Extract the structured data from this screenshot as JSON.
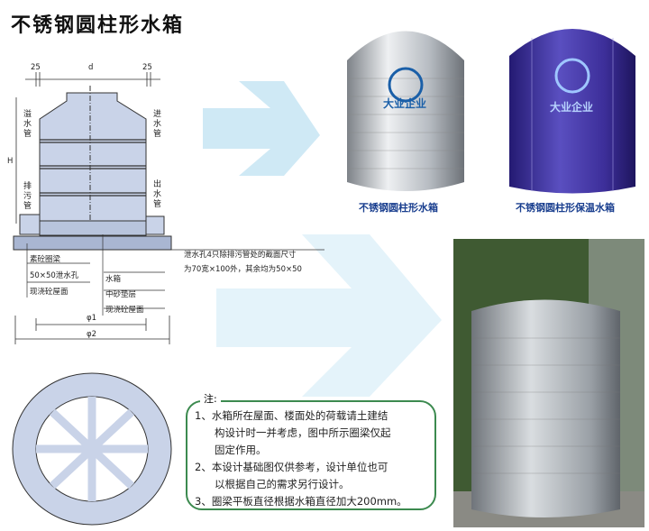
{
  "title": "不锈钢圆柱形水箱",
  "captions": {
    "tank1": "不锈钢圆柱形水箱",
    "tank2": "不锈钢圆柱形保温水箱"
  },
  "logo": "大业企业",
  "diagram": {
    "dim_left": "25",
    "dim_d": "d",
    "dim_right": "25",
    "dim_h": "H",
    "overflow": "溢水管",
    "inlet": "进水管",
    "drain": "排污管",
    "outlet": "出水管",
    "ring_beam": "素砼圈梁",
    "drain_hole": "50×50泄水孔",
    "roof_left": "现浇砼屋面",
    "tank": "水箱",
    "sand": "中砂垫层",
    "roof_right": "现浇砼屋面",
    "hole_note_1": "泄水孔4只除排污管处的截面尺寸",
    "hole_note_2": "为70宽×100外，其余均为50×50",
    "phi1": "φ1",
    "phi2": "φ2"
  },
  "note": {
    "title": "注:",
    "items": [
      [
        "1、水箱所在屋面、楼面处的荷载请土建结",
        "构设计时一并考虑，图中所示圈梁仅起",
        "固定作用。"
      ],
      [
        "2、本设计基础图仅供参考，设计单位也可",
        "以根据自己的需求另行设计。"
      ],
      [
        "3、圈梁平板直径根据水箱直径加大200mm。"
      ]
    ]
  },
  "colors": {
    "tank_fill": "#c9d3e8",
    "arrow": "#cfe9f5",
    "note_border": "#3c8a4f",
    "purple": "#3d2f9a"
  }
}
